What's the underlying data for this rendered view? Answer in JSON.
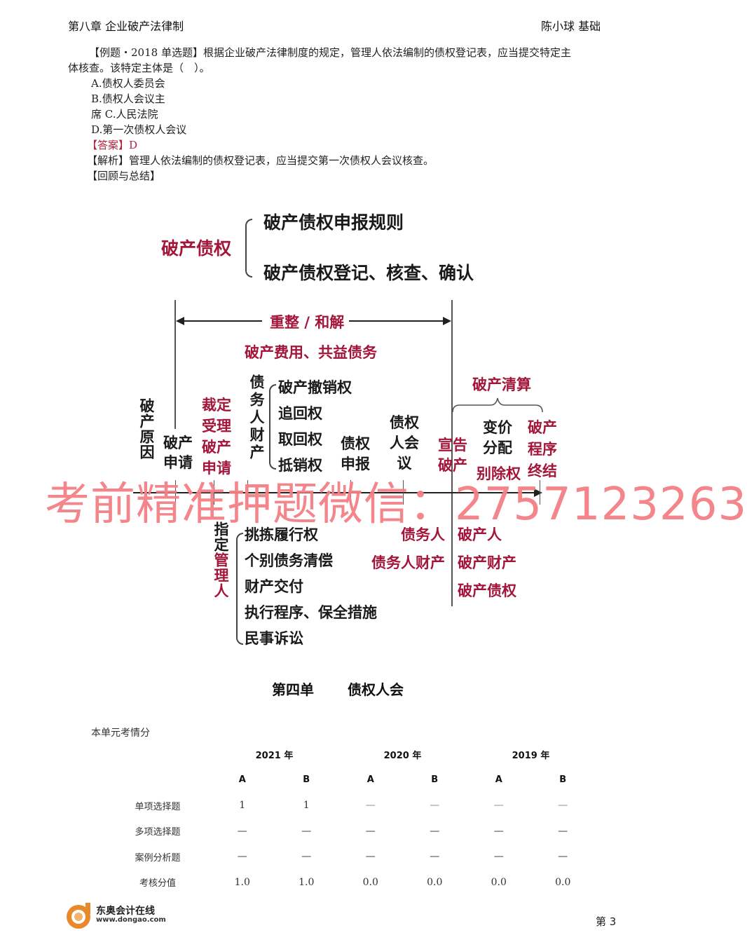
{
  "header": {
    "chapter": "第八章 企业破产法律制",
    "author": "陈小球 基础"
  },
  "question": {
    "tag": "【例题・2018 单选题】",
    "stem_line1": "根据企业破产法律制度的规定，管理人依法编制的债权登记表，应当提交特定主",
    "stem_line2": "体核查。该特定主体是（　）。",
    "options": [
      "A.债权人委员会",
      "B.债权人会议主",
      "席 C.人民法院",
      "D.第一次债权人会议"
    ],
    "answer_label": "【答案】",
    "answer_value": "D",
    "analysis_label": "【解析】",
    "analysis_text": "管理人依法编制的债权登记表，应当提交第一次债权人会议核查。",
    "review_label": "【回顾与总结】"
  },
  "diagram": {
    "root": "破产债权",
    "branch_top": "破产债权申报规则",
    "branch_bottom": "破产债权登记、核查、确认",
    "reorg_label": "重整 / 和解",
    "costs_label": "破产费用、共益债务",
    "liquidation_label": "破产清算",
    "timeline": {
      "cause": "破产原因",
      "application": "破产申请",
      "accept_l1": "裁定",
      "accept_l2": "受理",
      "accept_l3": "破产",
      "accept_l4": "申请",
      "debtor_property": "债务人财产",
      "property_items": [
        "破产撤销权",
        "追回权",
        "取回权",
        "抵销权"
      ],
      "claim_filing_l1": "债权",
      "claim_filing_l2": "申报",
      "creditors_meeting_l1": "债权",
      "creditors_meeting_l2": "人会",
      "creditors_meeting_l3": "议",
      "declare_l1": "宣告",
      "declare_l2": "破产",
      "distribution_l1": "变价",
      "distribution_l2": "分配",
      "exclusion_right": "别除权",
      "termination_l1": "破产",
      "termination_l2": "程序",
      "termination_l3": "终结"
    },
    "administrator": {
      "label_black": "指定",
      "label_red": "管理人",
      "items": [
        "挑拣履行权",
        "个别债务清偿",
        "财产交付",
        "执行程序、保全措施",
        "民事诉讼"
      ]
    },
    "terms_before": [
      "债务人",
      "债务人财产"
    ],
    "terms_after": [
      "破产人",
      "破产财产",
      "破产债权"
    ]
  },
  "watermark": "考前精准押题微信：2757123263",
  "section": {
    "title_part1": "第四单",
    "title_part2": "债权人会",
    "stats_label": "本单元考情分"
  },
  "stats_table": {
    "years": [
      "2021 年",
      "2020 年",
      "2019 年"
    ],
    "subcols": [
      "A",
      "B",
      "A",
      "B",
      "A",
      "B"
    ],
    "rows": [
      {
        "label": "单项选择题",
        "values": [
          "1",
          "1",
          "—",
          "—",
          "—",
          "—"
        ]
      },
      {
        "label": "多项选择题",
        "values": [
          "—",
          "—",
          "—",
          "—",
          "—",
          "—"
        ]
      },
      {
        "label": "案例分析题",
        "values": [
          "—",
          "—",
          "—",
          "—",
          "—",
          "—"
        ]
      },
      {
        "label": "考核分值",
        "values": [
          "1.0",
          "1.0",
          "0.0",
          "0.0",
          "0.0",
          "0.0"
        ]
      }
    ]
  },
  "footer": {
    "brand_name": "东奥会计在线",
    "brand_url": "www.dongao.com",
    "page_label": "第 3"
  },
  "colors": {
    "accent_red": "#a3163a",
    "watermark": "#f47f84",
    "logo_orange": "#e8892a"
  }
}
